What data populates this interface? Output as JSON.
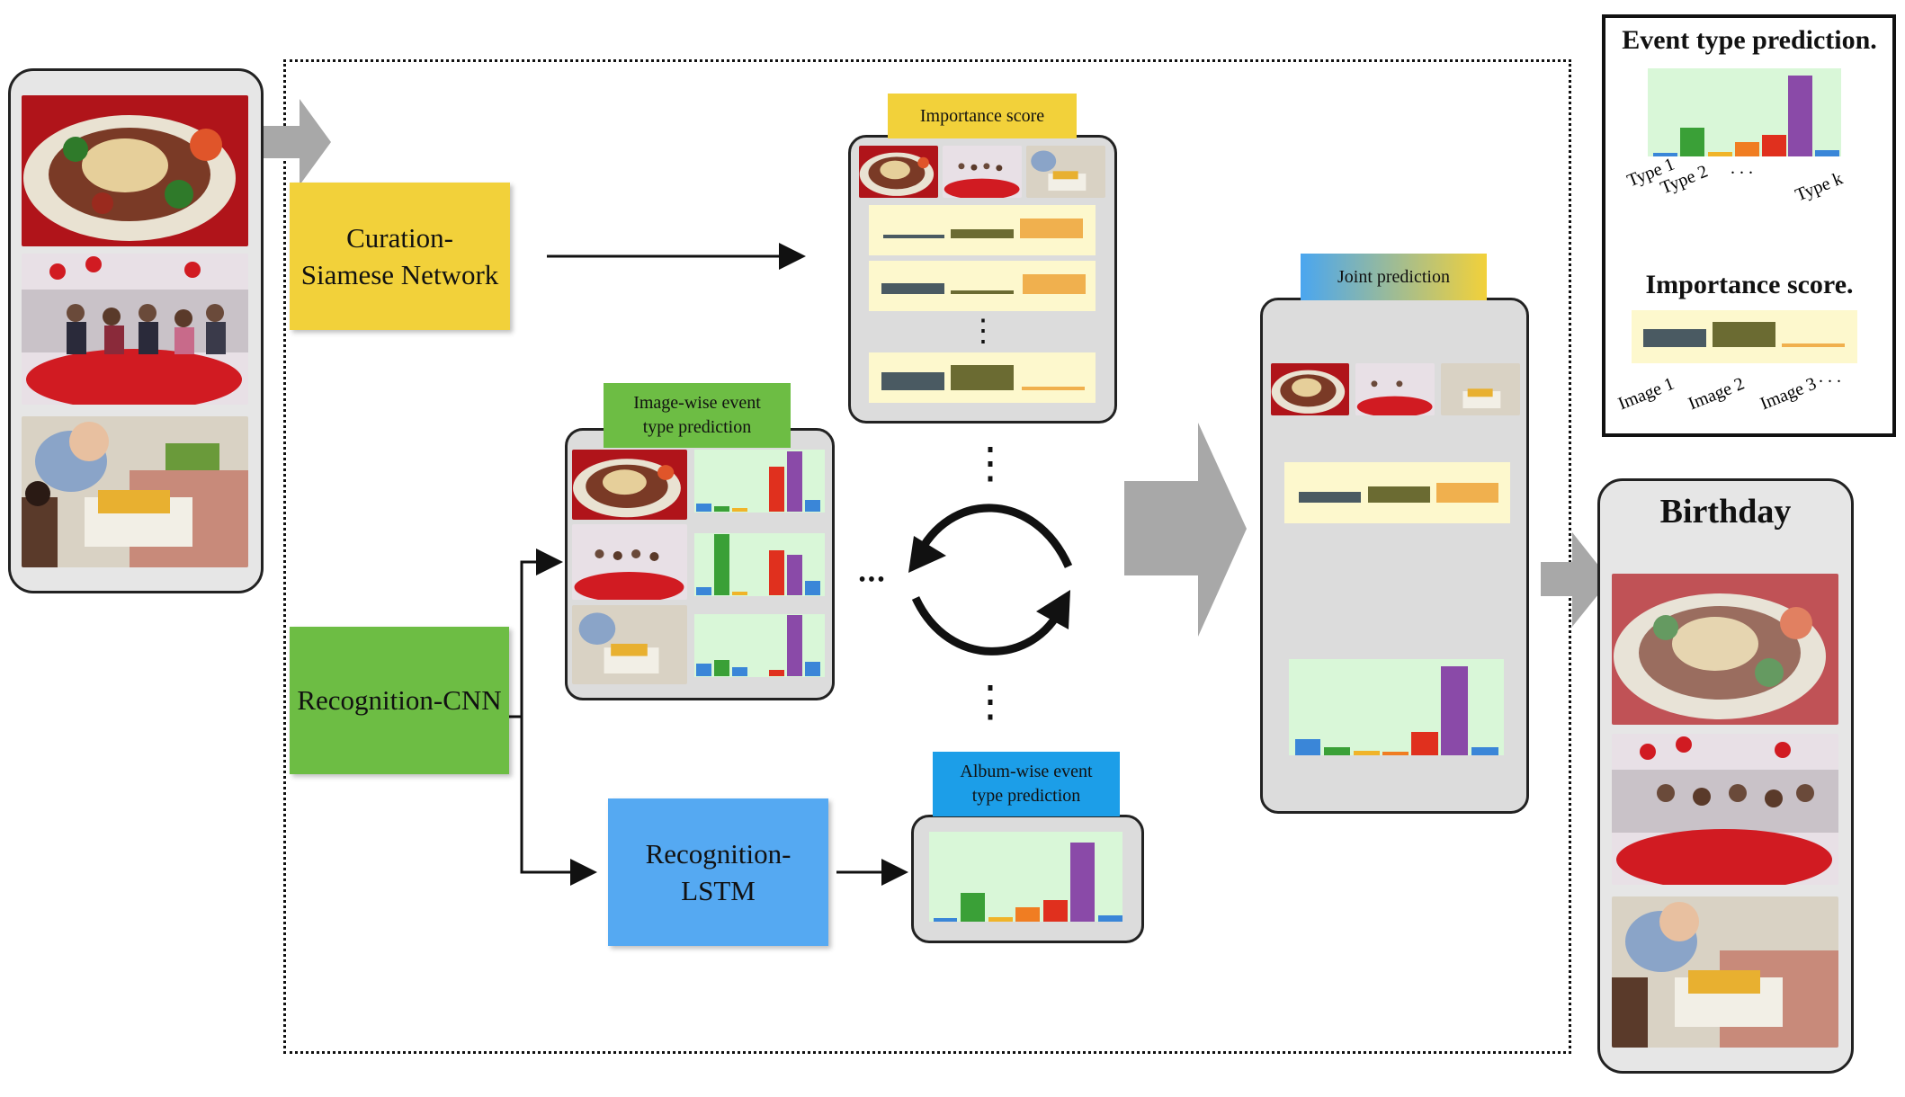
{
  "modules": {
    "curation": "Curation-\nSiamese Network",
    "recognition_cnn": "Recognition-CNN",
    "recognition_lstm": "Recognition-\nLSTM"
  },
  "tags": {
    "importance_score": "Importance score",
    "image_wise": "Image-wise event\ntype prediction",
    "album_wise": "Album-wise event\ntype prediction",
    "joint": "Joint prediction"
  },
  "output": {
    "event": "Birthday"
  },
  "legend": {
    "event_title": "Event type prediction.",
    "event_ticks": [
      "Type 1",
      "Type 2",
      ". . .",
      "Type k"
    ],
    "importance_title": "Importance score.",
    "importance_ticks": [
      "Image 1",
      "Image 2",
      "Image 3",
      ". . ."
    ]
  },
  "ellipsis": "•••",
  "vdots": "⋮",
  "photos": [
    "banquet-dish",
    "group-dinner",
    "cake-blowing"
  ],
  "colors": {
    "yellow_module": "#f2d13a",
    "green_module": "#6dbd44",
    "blue_module": "#55a9f2",
    "chart_bg": "#d9f7d8",
    "band_bg": "#fdf8cd",
    "bar_blue": "#3a86d8",
    "bar_green": "#3aa037",
    "bar_yellow": "#f0b429",
    "bar_orange": "#f07d22",
    "bar_red": "#e0301e",
    "bar_purple": "#8a4aa8",
    "score_slate": "#4a5a62",
    "score_olive": "#6b6b32",
    "score_amber": "#f0b04e"
  }
}
